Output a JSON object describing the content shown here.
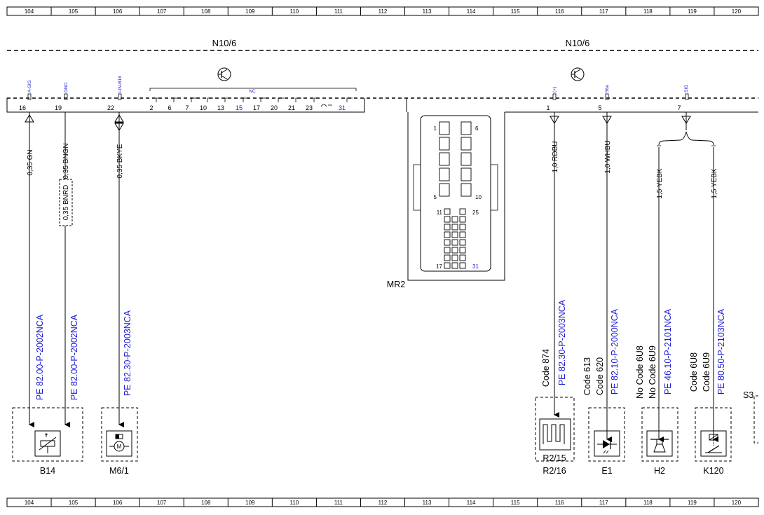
{
  "ruler": {
    "top": [
      "104",
      "105",
      "106",
      "107",
      "108",
      "109",
      "110",
      "111",
      "112",
      "113",
      "114",
      "115",
      "116",
      "117",
      "118",
      "119",
      "120"
    ],
    "bottom": [
      "104",
      "105",
      "106",
      "107",
      "108",
      "109",
      "110",
      "111",
      "112",
      "113",
      "114",
      "115",
      "116",
      "117",
      "118",
      "119",
      "120"
    ]
  },
  "modules": {
    "left": "N10/6",
    "right": "N10/6"
  },
  "pins_left": [
    {
      "num": "16",
      "sig": "A-SIG"
    },
    {
      "num": "19",
      "sig": "GND"
    },
    {
      "num": "22",
      "sig": "LIN-B16"
    }
  ],
  "nc_group": {
    "label": "NC",
    "pins": [
      "2",
      "6",
      "7",
      "10",
      "13",
      "15",
      "17",
      "20",
      "21",
      "23"
    ],
    "last": "31"
  },
  "pins_right": [
    {
      "num": "1",
      "sig": "(+)"
    },
    {
      "num": "5",
      "sig": "56a"
    },
    {
      "num": "7",
      "sig": "SIG"
    }
  ],
  "connector": {
    "label": "MR2",
    "pin_labels": {
      "p1": "1",
      "p6": "6",
      "p5": "5",
      "p10": "10",
      "p11": "11",
      "p25": "25",
      "p17": "17",
      "p31": "31"
    }
  },
  "wires": {
    "w16": "0,35 GN",
    "w19a": "0,35 BNGN",
    "w19b": "0,35 BNRD",
    "w22": "0,35 BKYE",
    "w1": "1,0 RDBU",
    "w5": "1,0 WHBU",
    "w7a": "1,5 YEBK",
    "w7b": "1,5 YEBK"
  },
  "refs": {
    "b14a": "PE 82.00-P-2002NCA",
    "b14b": "PE 82.00-P-2002NCA",
    "m61": "PE 82.30-P-2003NCA",
    "r215": "PE 82.30-P-2003NCA",
    "e1": "PE 82.10-P-2000NCA",
    "h2": "PE 46.10-P-2101NCA",
    "k120": "PE 80.50-P-2103NCA"
  },
  "codes": {
    "r215": "Code 874",
    "e1a": "Code 613",
    "e1b": "Code 620",
    "h2a": "No Code 6U8",
    "h2b": "No Code 6U9",
    "k120a": "Code 6U8",
    "k120b": "Code 6U9"
  },
  "components": {
    "b14": "B14",
    "m61": "M6/1",
    "r215a": "R2/15",
    "r215b": "R2/16",
    "e1": "E1",
    "h2": "H2",
    "k120": "K120",
    "s3": "S3"
  }
}
